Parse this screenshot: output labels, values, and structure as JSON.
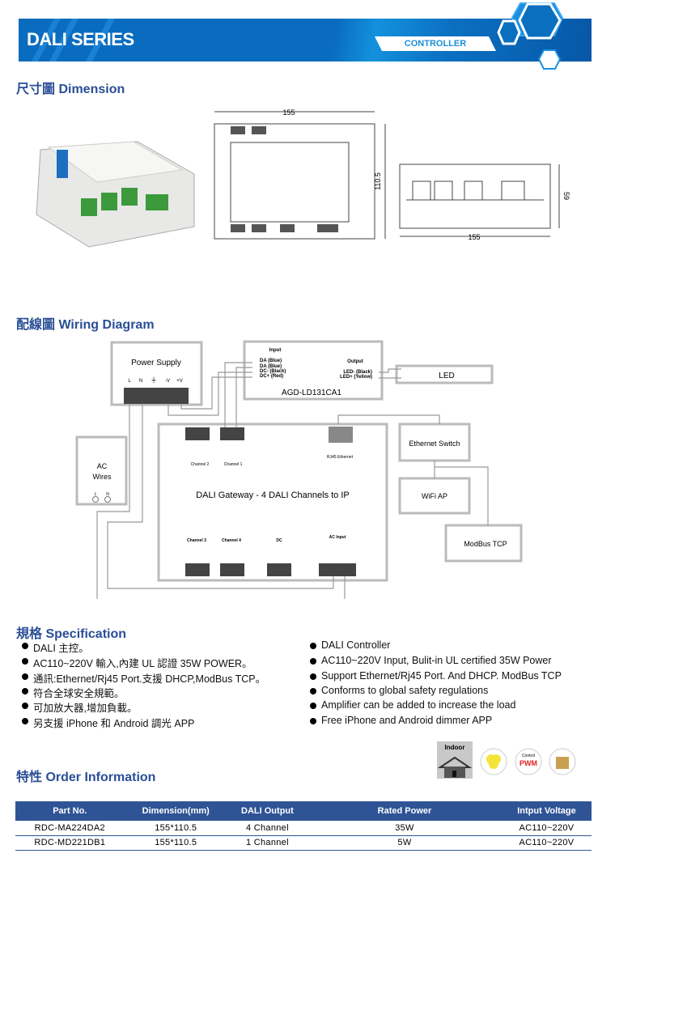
{
  "banner": {
    "title": "DALI SERIES",
    "tag": "CONTROLLER"
  },
  "dimension": {
    "heading": "尺寸圖 Dimension",
    "width_label": "155",
    "height_label": "110.5",
    "side_width_label": "155",
    "side_height_label": "59"
  },
  "wiring": {
    "heading": "配線圖 Wiring Diagram",
    "power_supply": "Power Supply",
    "ps_terminals": [
      "L",
      "N",
      "⏚",
      "-V",
      "+V"
    ],
    "driver_model": "AGD-LD131CA1",
    "driver_input": "Input",
    "driver_output": "Output",
    "driver_inputs": [
      "DA  (Blue)",
      "DA  (Blue)",
      "DC-  (Black)",
      "DC+ (Red)"
    ],
    "driver_outputs": [
      "LED-  (Black)",
      "LED+ (Yellow)"
    ],
    "led": "LED",
    "gateway": "DALI Gateway - 4 DALI Channels to IP",
    "ethernet_switch": "Ethernet Switch",
    "wifi_ap": "WiFi AP",
    "modbus": "ModBus TCP",
    "ac_wires": [
      "AC",
      "Wires"
    ],
    "ac_terminals": [
      "L",
      "N"
    ],
    "channels_bottom": [
      "Channel 3",
      "Channel 4",
      "DC",
      "AC Input"
    ],
    "channels_top": [
      "Channel 2",
      "Channel 1"
    ],
    "rj45": "RJ45 Ethernet"
  },
  "specification": {
    "heading": "規格  Specification",
    "zh": [
      "DALI 主控。",
      "AC110~220V 輸入,內建 UL 認證 35W POWER。",
      "通訊:Ethernet/Rj45 Port.支援 DHCP,ModBus TCP。",
      "符合全球安全規範。",
      "可加放大器,增加負載。",
      "另支援 iPhone 和 Android 調光 APP"
    ],
    "en": [
      "DALI Controller",
      "AC110~220V Input, Bulit-in UL certified 35W Power",
      "Support Ethernet/Rj45 Port. And DHCP. ModBus TCP",
      "Conforms to global safety regulations",
      "Amplifier can be added to increase the load",
      "Free iPhone and Android dimmer APP"
    ]
  },
  "order": {
    "heading": "特性  Order Information",
    "icons": {
      "indoor": "Indoor",
      "pwm_top": "Control",
      "pwm": "PWM"
    },
    "headers": [
      "Part No.",
      "Dimension(mm)",
      "DALI Output",
      "Rated Power",
      "Intput Voltage"
    ],
    "rows": [
      [
        "RDC-MA224DA2",
        "155*110.5",
        "4 Channel",
        "35W",
        "AC110~220V"
      ],
      [
        "RDC-MD221DB1",
        "155*110.5",
        "1 Channel",
        "5W",
        "AC110~220V"
      ]
    ]
  },
  "colors": {
    "brand": "#0a6cbf",
    "heading": "#2a4f96",
    "table_header": "#2f5496"
  }
}
